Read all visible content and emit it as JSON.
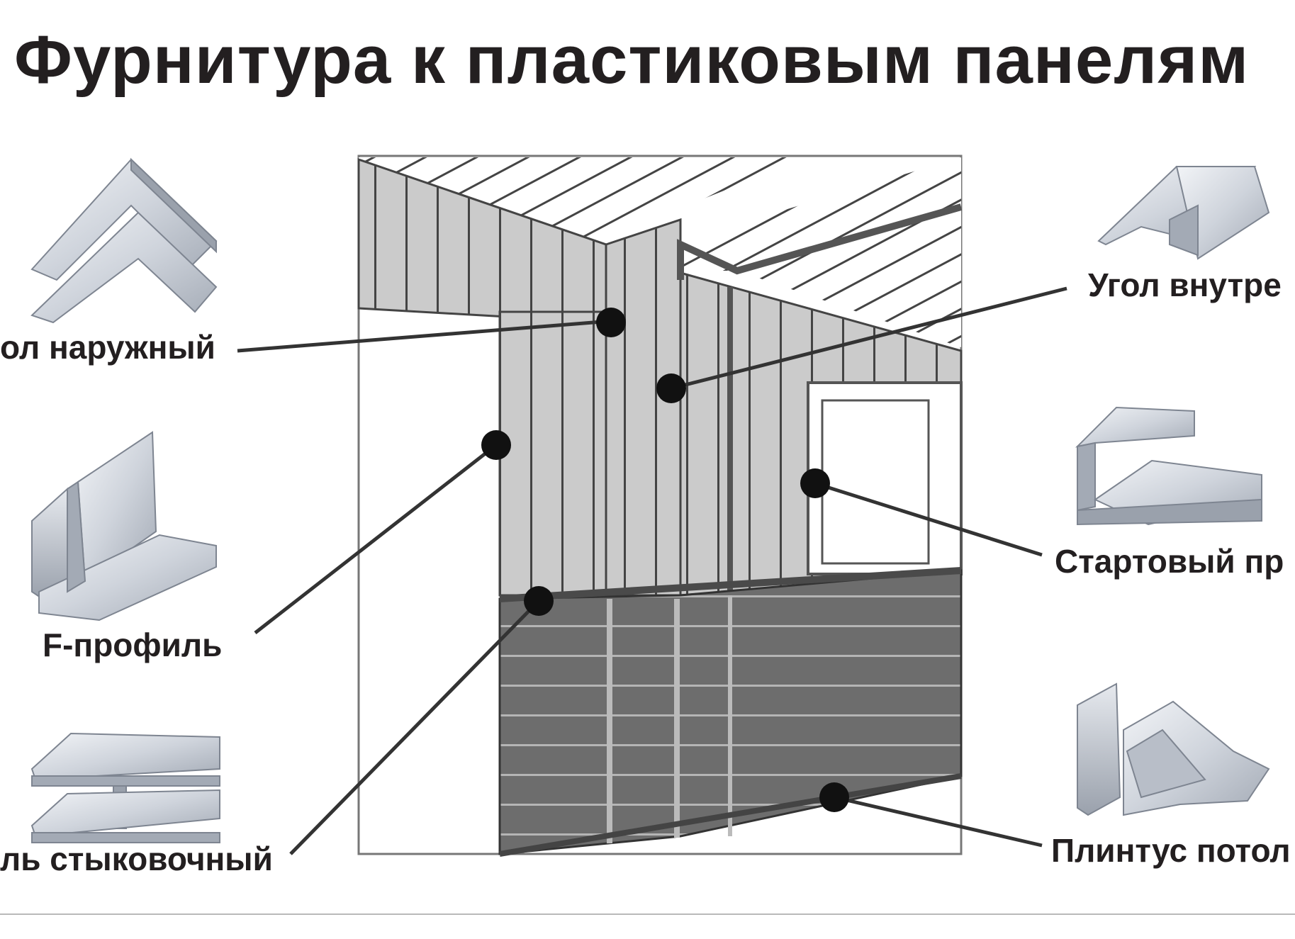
{
  "title": "Фурнитура к пластиковым панелям",
  "labels": {
    "outer_corner": "ол наружный",
    "f_profile": "F-профиль",
    "joint_profile": "ль стыковочный",
    "inner_corner": "Угол внутре",
    "start_profile": "Стартовый пр",
    "ceiling_plinth": "Плинтус потол"
  },
  "icons": {
    "outer_corner": "outer-corner-profile-icon",
    "f_profile": "f-profile-icon",
    "joint_profile": "h-joint-profile-icon",
    "inner_corner": "inner-corner-profile-icon",
    "start_profile": "start-profile-icon",
    "ceiling_plinth": "ceiling-plinth-icon"
  },
  "colors": {
    "text": "#231f20",
    "profile_light": "#e8ebf0",
    "profile_mid": "#bfc5cf",
    "profile_dark": "#8f96a3",
    "wall_light": "#c9c9c9",
    "wall_dark": "#6e6e6e",
    "line": "#333333"
  }
}
